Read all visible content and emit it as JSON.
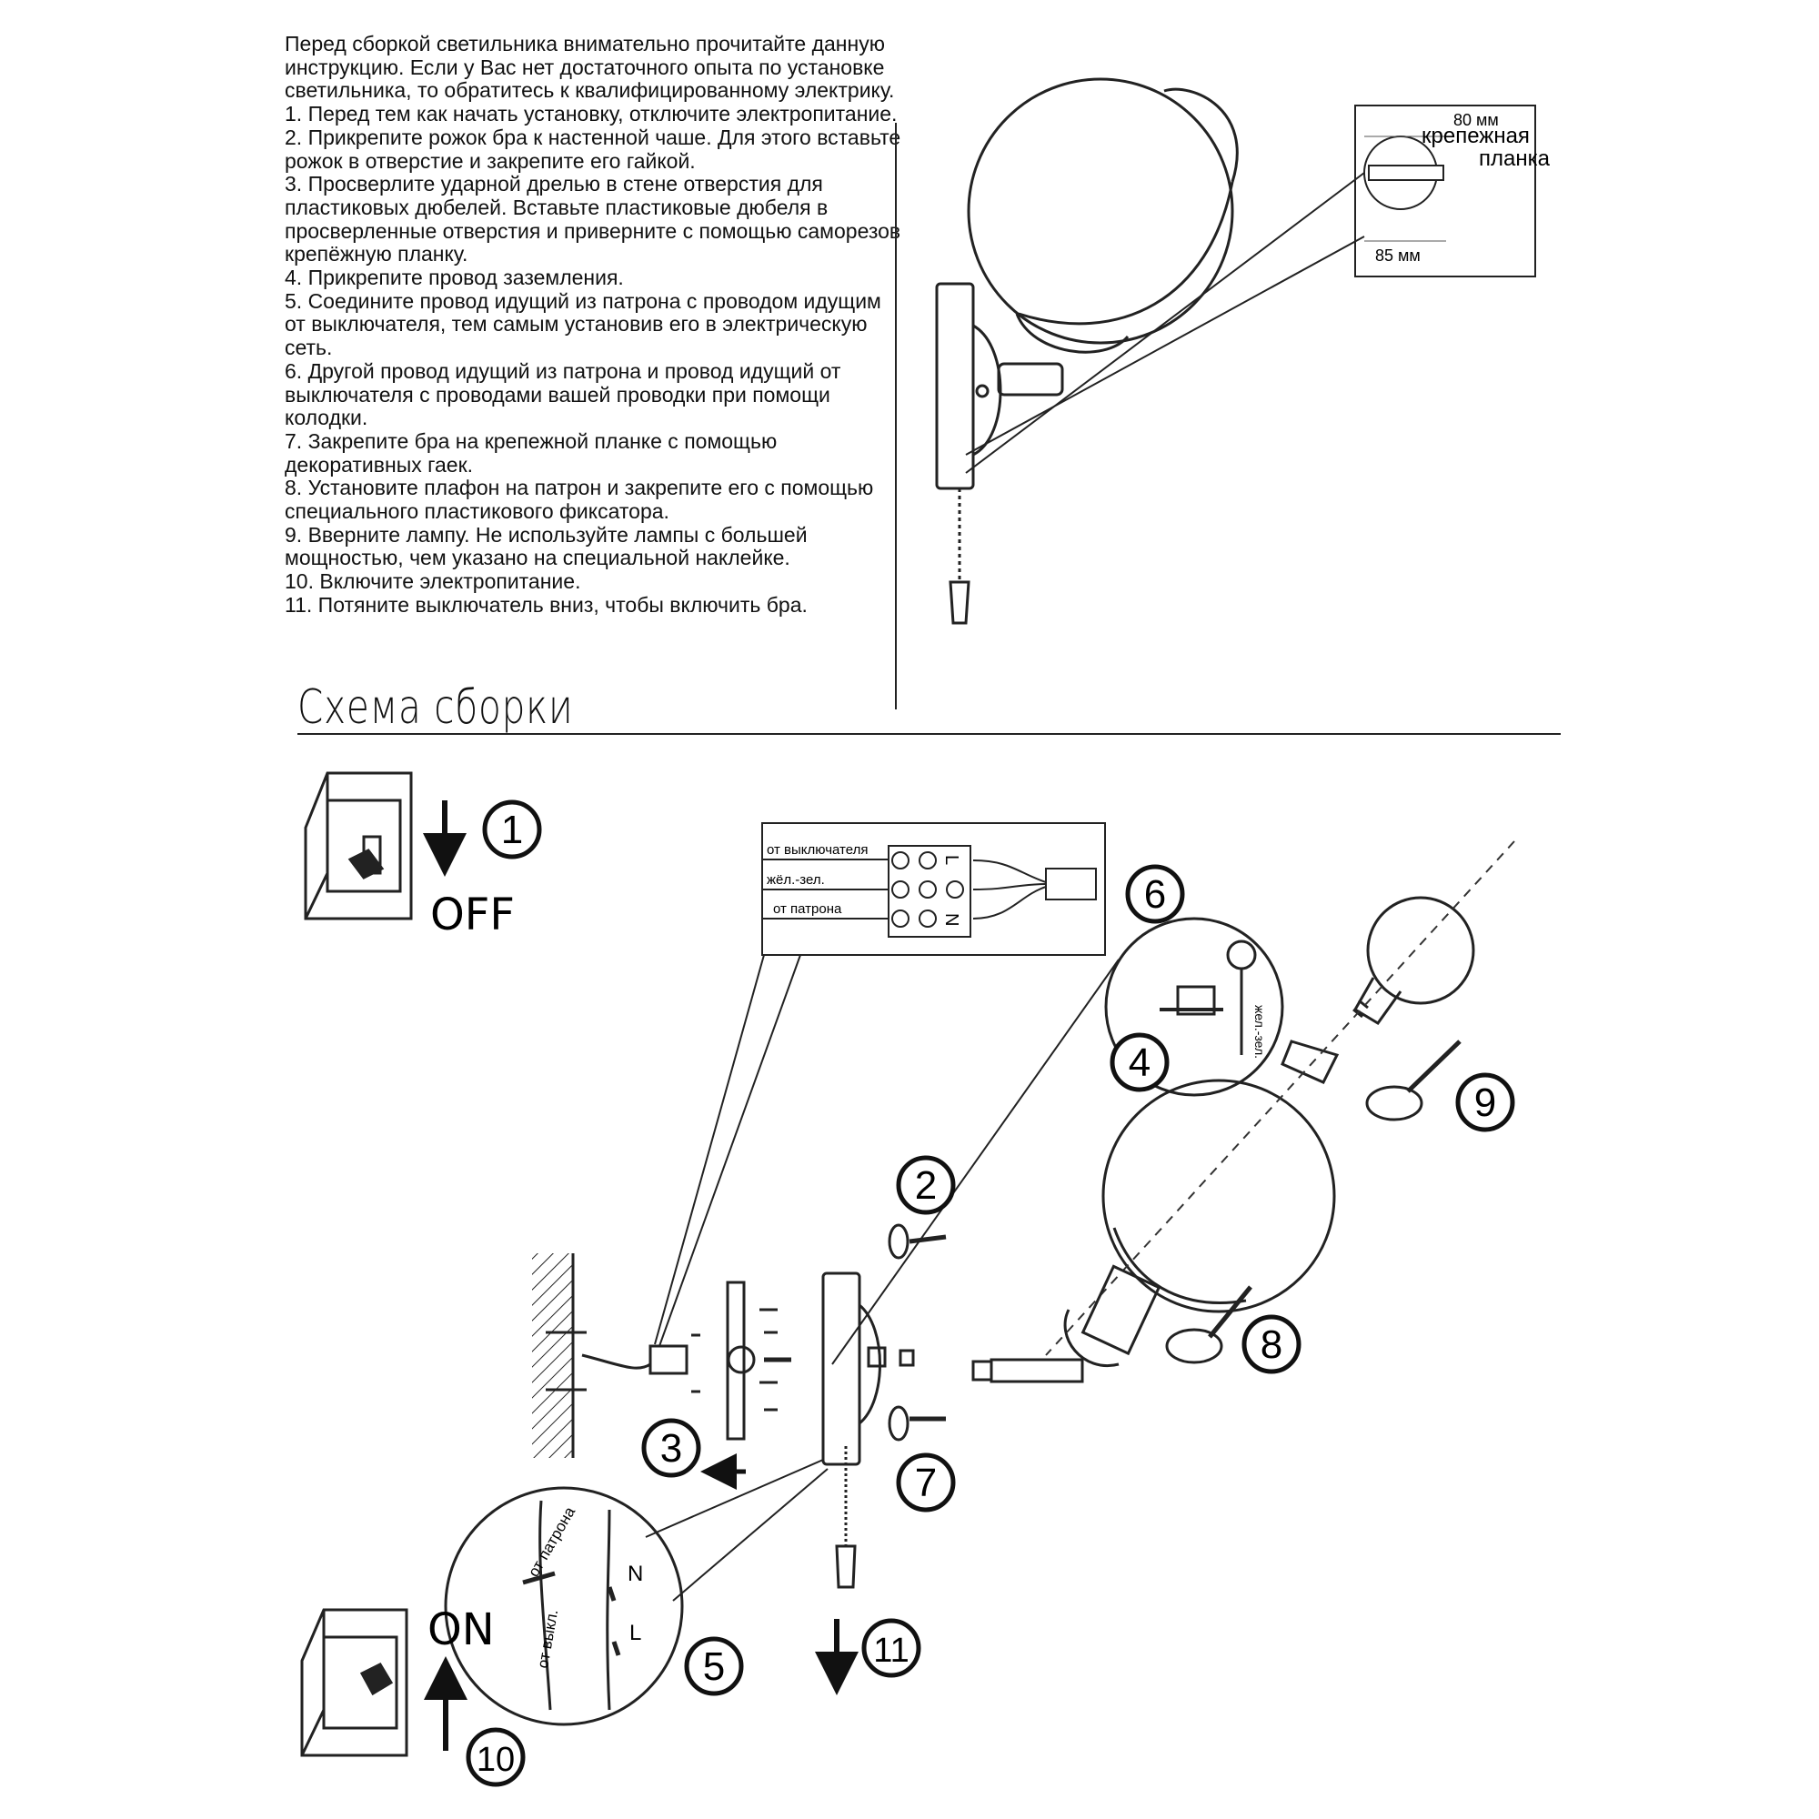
{
  "intro": "Перед сборкой светильника внимательно прочитайте данную инструкцию. Если у Вас нет достаточного опыта по установке светильника, то обратитесь к квалифицированному электрику.",
  "steps": [
    "1. Перед тем как начать установку, отключите электропитание.",
    "2. Прикрепите рожок бра к настенной чаше. Для этого вставьте рожок в отверстие и закрепите его гайкой.",
    "3. Просверлите ударной дрелью в стене отверстия для пластиковых дюбелей. Вставьте пластиковые дюбеля в просверленные отверстия и приверните с помощью саморезов крепёжную планку.",
    "4. Прикрепите провод заземления.",
    "5. Соедините провод идущий из патрона с проводом идущим от выключателя, тем самым установив его в электрическую сеть.",
    "6. Другой провод идущий из патрона и провод идущий от выключателя с проводами вашей проводки при помощи колодки.",
    "7. Закрепите бра на крепежной планке с помощью декоративных гаек.",
    "8. Установите плафон на патрон и закрепите его с помощью специального пластикового фиксатора.",
    "9. Вверните лампу. Не используйте лампы с большей мощностью, чем указано на специальной наклейке.",
    "10. Включите электропитание.",
    "11. Потяните выключатель вниз, чтобы включить бра."
  ],
  "heading": "Схема сборки",
  "bracket_detail": {
    "dim_top": "80 мм",
    "dim_bottom": "85 мм",
    "label_line1": "крепежная",
    "label_line2": "планка"
  },
  "terminal_block": {
    "from_switch": "от выключателя",
    "yellow_green": "жёл.-зел.",
    "from_socket": "от патрона",
    "L": "L",
    "N": "N"
  },
  "ground_detail": {
    "wire_label": "жел.-зел."
  },
  "switch_states": {
    "off": "OFF",
    "on": "ON"
  },
  "wire_detail": {
    "from_socket": "от патрона",
    "from_switch": "от выкл.",
    "N": "N",
    "L": "L"
  },
  "step_markers": [
    "1",
    "2",
    "3",
    "4",
    "5",
    "6",
    "7",
    "8",
    "9",
    "10",
    "11"
  ]
}
